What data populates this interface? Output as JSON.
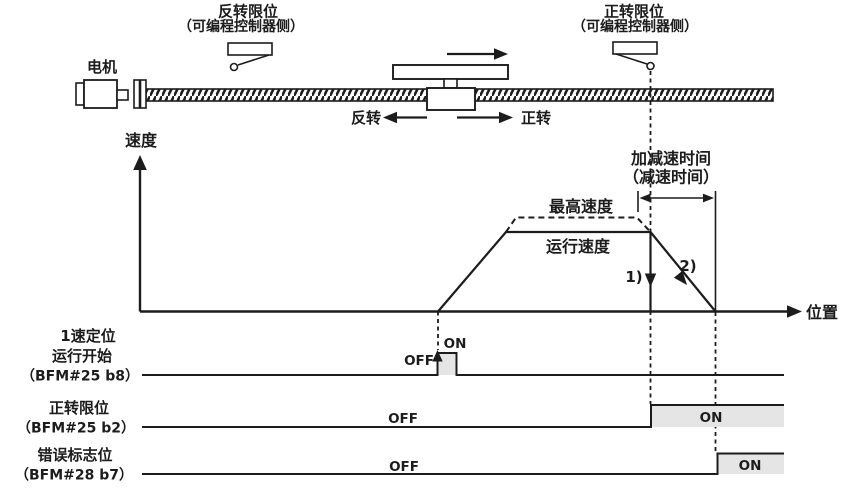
{
  "colors": {
    "ink": "#1c1c1c",
    "on_fill": "#e5e5e5",
    "background": "#ffffff"
  },
  "mechanism": {
    "motor_label": "电机",
    "reverse_limit": {
      "title": "反转限位",
      "subtitle": "（可编程控制器侧）"
    },
    "forward_limit": {
      "title": "正转限位",
      "subtitle": "（可编程控制器侧）"
    },
    "reverse_direction_label": "反转",
    "forward_direction_label": "正转"
  },
  "speed_graph": {
    "y_axis_label": "速度",
    "x_axis_label": "位置",
    "max_speed_label": "最高速度",
    "operation_speed_label": "运行速度",
    "decel_time_title": "加减速时间",
    "decel_time_subtitle": "（减速时间）",
    "immediate_stop_label": "1)",
    "decel_stop_label": "2)"
  },
  "timing_signals": [
    {
      "label_lines": [
        "1速定位",
        "运行开始",
        "（BFM#25 b8）"
      ],
      "off_label": "OFF",
      "on_label": "ON"
    },
    {
      "label_lines": [
        "正转限位",
        "（BFM#25 b2）"
      ],
      "off_label": "OFF",
      "on_label": "ON"
    },
    {
      "label_lines": [
        "错误标志位",
        "（BFM#28 b7）"
      ],
      "off_label": "OFF",
      "on_label": "ON"
    }
  ]
}
